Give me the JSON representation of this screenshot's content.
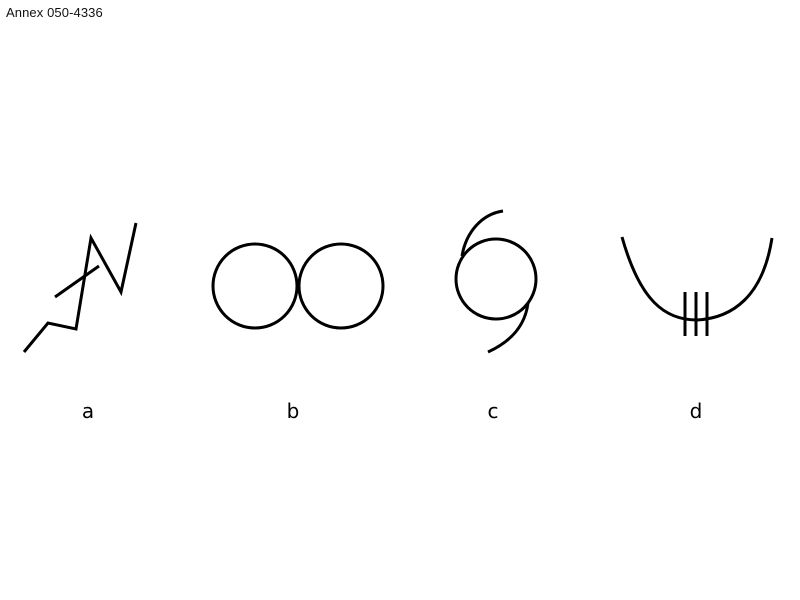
{
  "annex_label": "Annex 050-4336",
  "symbols": [
    {
      "label": "a",
      "icon": "zigzag-symbol"
    },
    {
      "label": "b",
      "icon": "double-circle-symbol"
    },
    {
      "label": "c",
      "icon": "spiral-circle-symbol"
    },
    {
      "label": "d",
      "icon": "u-curve-with-ticks-symbol"
    }
  ]
}
